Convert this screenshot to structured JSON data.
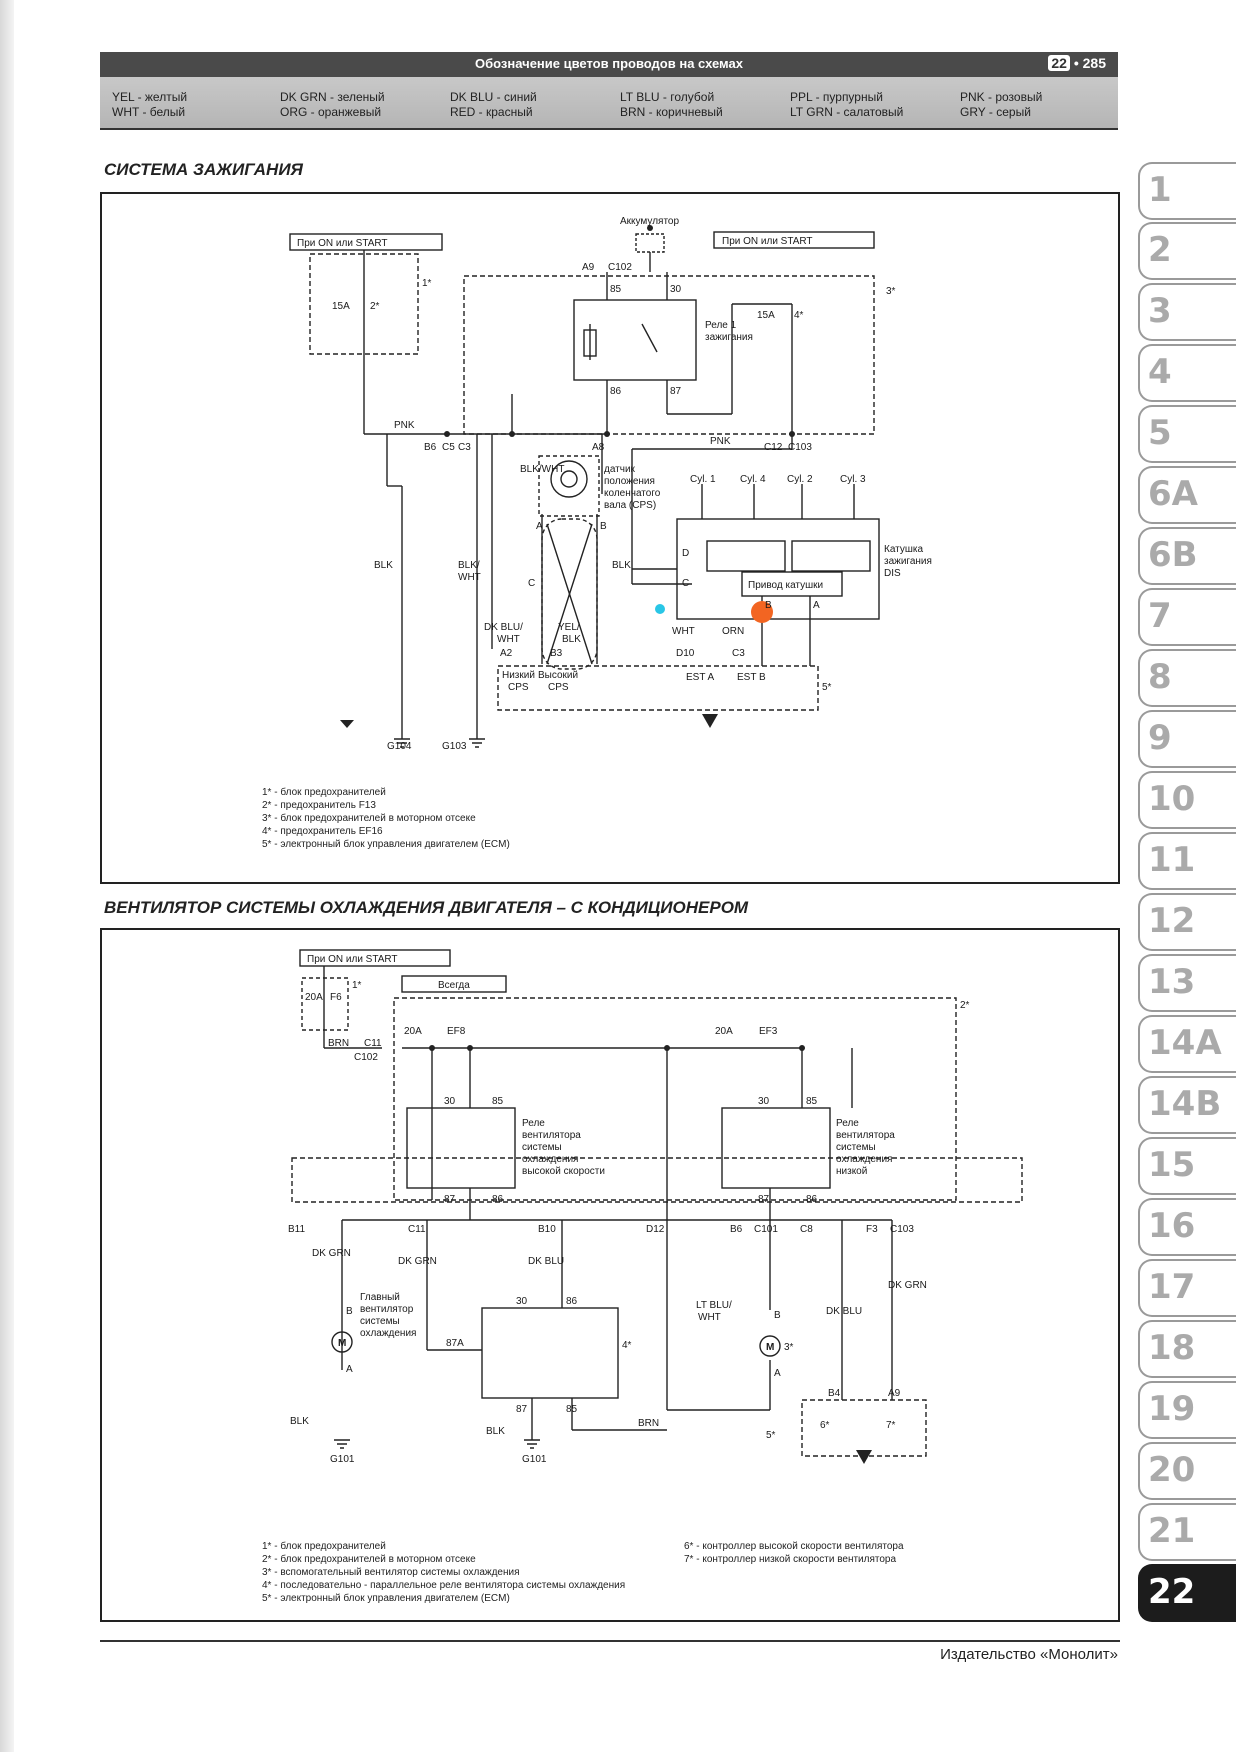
{
  "header": {
    "title": "Обозначение цветов проводов на схемах",
    "chapter": "22",
    "page": "285",
    "legend": [
      [
        "YEL - желтый",
        "WHT - белый"
      ],
      [
        "DK GRN - зеленый",
        "ORG - оранжевый"
      ],
      [
        "DK BLU - синий",
        "RED - красный"
      ],
      [
        "LT BLU - голубой",
        "BRN - коричневый"
      ],
      [
        "PPL - пурпурный",
        "LT GRN - салатовый"
      ],
      [
        "PNK - розовый",
        "GRY - серый"
      ]
    ]
  },
  "diagram1": {
    "title": "СИСТЕМА ЗАЖИГАНИЯ",
    "battery": "Аккумулятор",
    "on_start_1": "При ON или START",
    "on_start_2": "При ON или START",
    "fuse1": "15A",
    "fuse1_tag": "2*",
    "fuse2": "15A",
    "fuse2_tag": "4*",
    "box1": "1*",
    "box3": "3*",
    "relay": [
      "Реле 1",
      "зажигания"
    ],
    "a9": "A9",
    "c102": "C102",
    "p85": "85",
    "p30": "30",
    "p86": "86",
    "p87": "87",
    "pnk1": "PNK",
    "pnk2": "PNK",
    "b6": "B6",
    "c5": "C5",
    "c3": "C3",
    "a8": "A8",
    "c12": "C12",
    "c103": "C103",
    "blkwht": "BLK/WHT",
    "sensor": [
      "датчик",
      "положения",
      "коленчатого",
      "вала (CPS)"
    ],
    "cyl": [
      "Cyl. 1",
      "Cyl. 4",
      "Cyl. 2",
      "Cyl. 3"
    ],
    "coil": [
      "Катушка",
      "зажигания",
      "DIS"
    ],
    "coil_drive": "Привод катушки",
    "blk1": "BLK",
    "blkwht2": [
      "BLK/",
      "WHT"
    ],
    "blk2": "BLK",
    "pin_a": "A",
    "pin_b": "B",
    "pin_c": "C",
    "pin_d": "D",
    "pin_c2": "C",
    "coil_b": "B",
    "coil_a": "A",
    "wht": "WHT",
    "orn": "ORN",
    "dkbluwht": [
      "DK BLU/",
      "WHT"
    ],
    "yelblk": [
      "YEL/",
      "BLK"
    ],
    "a2": "A2",
    "b3": "B3",
    "d10": "D10",
    "c3b": "C3",
    "low_cps": [
      "Низкий",
      "CPS"
    ],
    "high_cps": [
      "Высокий",
      "CPS"
    ],
    "esta": "EST A",
    "estb": "EST B",
    "ecm_tag": "5*",
    "g104": "G104",
    "g103": "G103",
    "notes": [
      "1* - блок предохранителей",
      "2* - предохранитель F13",
      "3* - блок предохранителей в моторном отсеке",
      "4* - предохранитель EF16",
      "5* - электронный блок управления двигателем (ECM)"
    ]
  },
  "diagram2": {
    "title": "ВЕНТИЛЯТОР СИСТЕМЫ ОХЛАЖДЕНИЯ ДВИГАТЕЛЯ – С КОНДИЦИОНЕРОМ",
    "on_start": "При ON или START",
    "always": "Всегда",
    "f6_amp": "20A",
    "f6": "F6",
    "box1": "1*",
    "box2": "2*",
    "brn1": "BRN",
    "c11a": "C11",
    "c102": "C102",
    "ef8_amp": "20A",
    "ef8": "EF8",
    "ef3_amp": "20A",
    "ef3": "EF3",
    "relay_high": [
      "Реле",
      "вентилятора",
      "системы",
      "охлаждения",
      "высокой скорости"
    ],
    "relay_low": [
      "Реле",
      "вентилятора",
      "системы",
      "охлаждения",
      "низкой"
    ],
    "r30a": "30",
    "r85a": "85",
    "r87a": "87",
    "r86a": "86",
    "r30b": "30",
    "r85b": "85",
    "r87b": "87",
    "r86b": "86",
    "b11": "B11",
    "c11": "C11",
    "b10": "B10",
    "d12": "D12",
    "b6": "B6",
    "c101": "C101",
    "c8": "C8",
    "f3": "F3",
    "c103": "C103",
    "dkgrn1": "DK GRN",
    "dkgrn2": "DK GRN",
    "dkblu1": "DK BLU",
    "ltbluwht": [
      "LT BLU/",
      "WHT"
    ],
    "dkblu2": "DK BLU",
    "dkgrn3": "DK GRN",
    "main_fan": [
      "Главный",
      "вентилятор",
      "системы",
      "охлаждения"
    ],
    "motor": "M",
    "m_b": "B",
    "m_a": "A",
    "m3_b": "B",
    "m3_a": "A",
    "m3_tag": "3*",
    "blk1": "BLK",
    "g101a": "G101",
    "sp30": "30",
    "sp86": "86",
    "sp87a": "87A",
    "sp87": "87",
    "sp85": "85",
    "sp_tag": "4*",
    "brn2": "BRN",
    "blk2": "BLK",
    "g101b": "G101",
    "b4": "B4",
    "a9": "A9",
    "ecm_tag": "5*",
    "c6": "6*",
    "c7": "7*",
    "notes_left": [
      "1* - блок предохранителей",
      "2* - блок предохранителей в моторном отсеке",
      "3* - вспомогательный вентилятор системы охлаждения",
      "4* - последовательно - параллельное реле вентилятора системы охлаждения",
      "5* - электронный блок управления двигателем (ECM)"
    ],
    "notes_right": [
      "6* - контроллер высокой скорости вентилятора",
      "7* - контроллер низкой скорости вентилятора"
    ]
  },
  "tabs": [
    "1",
    "2",
    "3",
    "4",
    "5",
    "6A",
    "6B",
    "7",
    "8",
    "9",
    "10",
    "11",
    "12",
    "13",
    "14A",
    "14B",
    "15",
    "16",
    "17",
    "18",
    "19",
    "20",
    "21",
    "22"
  ],
  "active_tab": "22",
  "footer": "Издательство «Монолит»",
  "colors": {
    "header_dark": "#4a4a4a",
    "tab_active": "#1c1c1c",
    "wht_dot": "#29c6e6",
    "orn_dot": "#f26522"
  }
}
